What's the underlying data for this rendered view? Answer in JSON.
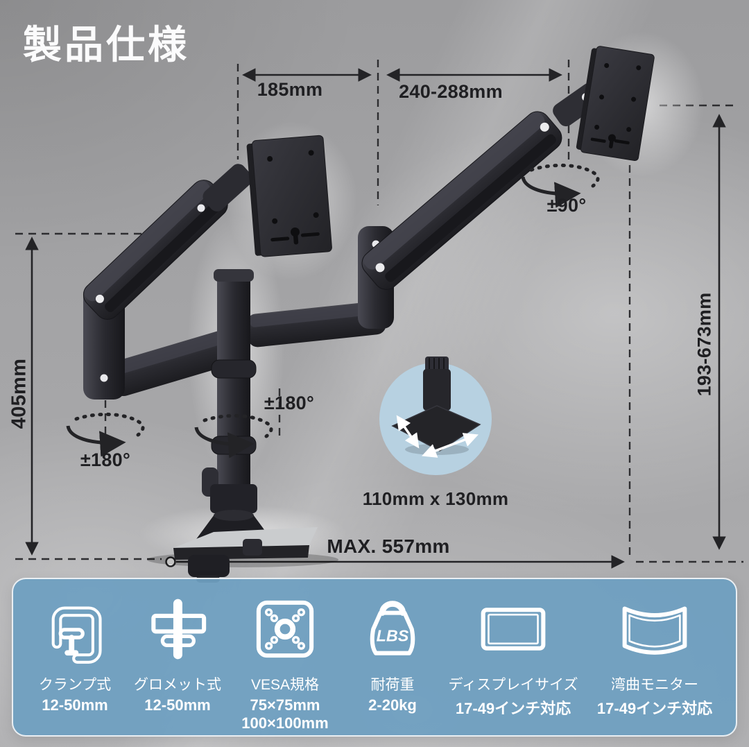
{
  "title": "製品仕様",
  "colors": {
    "panel_blue": "#6f9fc0",
    "background_gray": "#a4a4a6",
    "annotation_black": "#232326",
    "inset_circle_blue": "#b7d2e3",
    "product_black": "#26262b"
  },
  "annotations": {
    "arm_front_length": "185mm",
    "arm_rear_length": "240-288mm",
    "vesa_rotation": "±90°",
    "pole_height": "405mm",
    "arm_rotation": "±180°",
    "pole_rotation": "±180°",
    "height_range": "193-673mm",
    "base_size": "110mm x 130mm",
    "max_reach": "MAX. 557mm"
  },
  "features": [
    {
      "icon": "clamp-icon",
      "label": "クランプ式",
      "values": [
        "12-50mm"
      ]
    },
    {
      "icon": "grommet-icon",
      "label": "グロメット式",
      "values": [
        "12-50mm"
      ]
    },
    {
      "icon": "vesa-icon",
      "label": "VESA規格",
      "values": [
        "75×75mm",
        "100×100mm"
      ]
    },
    {
      "icon": "weight-icon",
      "label": "耐荷重",
      "values": [
        "2-20kg"
      ],
      "icon_text": "LBS"
    },
    {
      "icon": "flat-monitor-icon",
      "label": "ディスプレイサイズ",
      "values": [
        "17-49インチ対応"
      ]
    },
    {
      "icon": "curved-monitor-icon",
      "label": "湾曲モニター",
      "values": [
        "17-49インチ対応"
      ]
    }
  ]
}
